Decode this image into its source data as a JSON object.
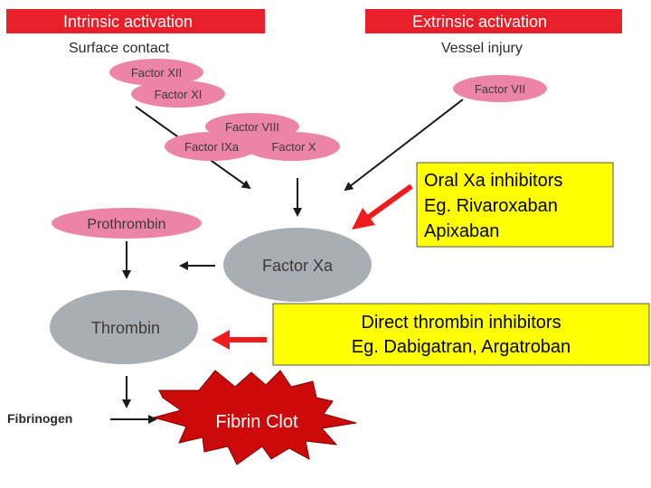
{
  "headers": {
    "intrinsic": "Intrinsic activation",
    "extrinsic": "Extrinsic activation"
  },
  "labels": {
    "surface_contact": "Surface contact",
    "vessel_injury": "Vessel injury",
    "fibrinogen": "Fibrinogen"
  },
  "factors": {
    "xii": "Factor XII",
    "xi": "Factor XI",
    "viii": "Factor VIII",
    "ixa": "Factor IXa",
    "x": "Factor X",
    "vii": "Factor VII"
  },
  "nodes": {
    "prothrombin": "Prothrombin",
    "factor_xa": "Factor Xa",
    "thrombin": "Thrombin",
    "fibrin_clot": "Fibrin Clot"
  },
  "callouts": {
    "xa_inhibitors": [
      "Oral Xa inhibitors",
      "Eg. Rivaroxaban",
      "Apixaban"
    ],
    "thrombin_inhibitors": [
      "Direct thrombin inhibitors",
      "Eg. Dabigatran, Argatroban"
    ]
  },
  "colors": {
    "header_red": "#e8202a",
    "factor_pink": "#ec84a8",
    "node_gray": "#a9aeb3",
    "callout_yellow": "#ffff00",
    "pointer_red": "#ee1c1c",
    "clot_red": "#cc0a0a"
  }
}
